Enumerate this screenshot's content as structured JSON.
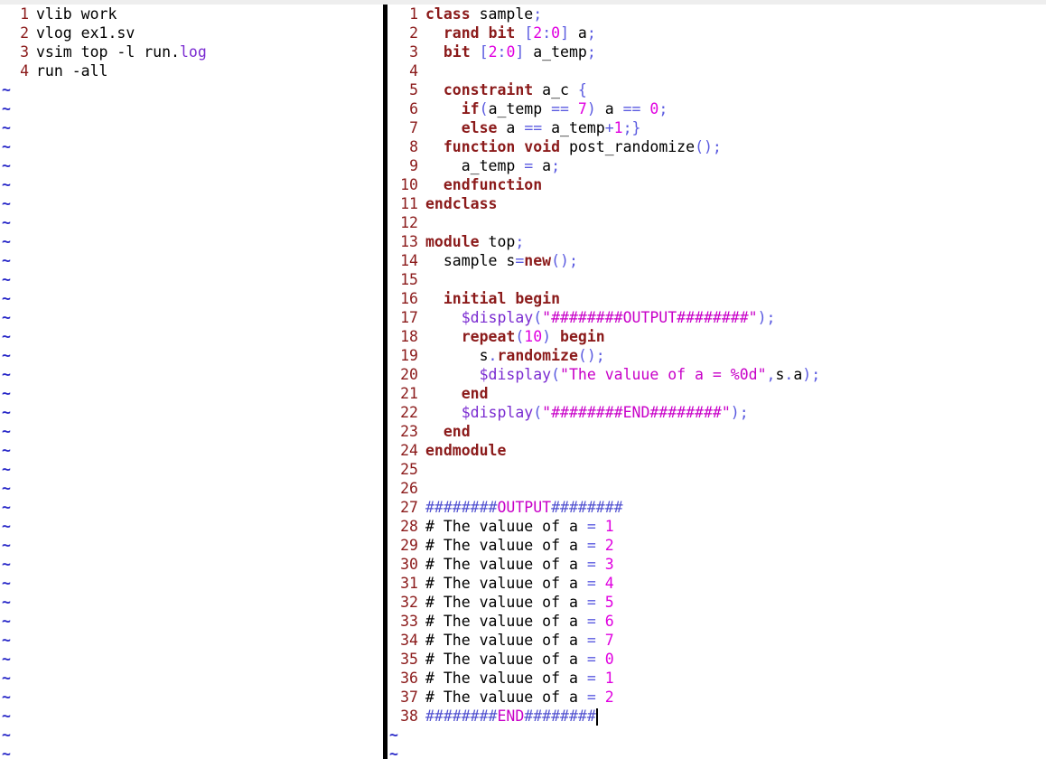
{
  "left_pane": {
    "lines": [
      {
        "n": "1",
        "segs": [
          {
            "t": "vlib work",
            "c": ""
          }
        ]
      },
      {
        "n": "2",
        "segs": [
          {
            "t": "vlog ex1.sv",
            "c": ""
          }
        ]
      },
      {
        "n": "3",
        "segs": [
          {
            "t": "vsim top -l run.",
            "c": ""
          },
          {
            "t": "log",
            "c": "sym"
          }
        ]
      },
      {
        "n": "4",
        "segs": [
          {
            "t": "run -all",
            "c": ""
          }
        ]
      }
    ],
    "tilde_count": 36
  },
  "right_pane": {
    "lines": [
      {
        "n": "1",
        "segs": [
          {
            "t": "class",
            "c": "kw"
          },
          {
            "t": " sample",
            "c": ""
          },
          {
            "t": ";",
            "c": "op"
          }
        ]
      },
      {
        "n": "2",
        "segs": [
          {
            "t": "  ",
            "c": ""
          },
          {
            "t": "rand",
            "c": "kw"
          },
          {
            "t": " ",
            "c": ""
          },
          {
            "t": "bit",
            "c": "kw"
          },
          {
            "t": " ",
            "c": ""
          },
          {
            "t": "[",
            "c": "op"
          },
          {
            "t": "2",
            "c": "num"
          },
          {
            "t": ":",
            "c": "op"
          },
          {
            "t": "0",
            "c": "num"
          },
          {
            "t": "]",
            "c": "op"
          },
          {
            "t": " a",
            "c": ""
          },
          {
            "t": ";",
            "c": "op"
          }
        ]
      },
      {
        "n": "3",
        "segs": [
          {
            "t": "  ",
            "c": ""
          },
          {
            "t": "bit",
            "c": "kw"
          },
          {
            "t": " ",
            "c": ""
          },
          {
            "t": "[",
            "c": "op"
          },
          {
            "t": "2",
            "c": "num"
          },
          {
            "t": ":",
            "c": "op"
          },
          {
            "t": "0",
            "c": "num"
          },
          {
            "t": "]",
            "c": "op"
          },
          {
            "t": " a_temp",
            "c": ""
          },
          {
            "t": ";",
            "c": "op"
          }
        ]
      },
      {
        "n": "4",
        "segs": []
      },
      {
        "n": "5",
        "segs": [
          {
            "t": "  ",
            "c": ""
          },
          {
            "t": "constraint",
            "c": "kw"
          },
          {
            "t": " a_c ",
            "c": ""
          },
          {
            "t": "{",
            "c": "op"
          }
        ]
      },
      {
        "n": "6",
        "segs": [
          {
            "t": "    ",
            "c": ""
          },
          {
            "t": "if",
            "c": "kw"
          },
          {
            "t": "(",
            "c": "op"
          },
          {
            "t": "a_temp ",
            "c": ""
          },
          {
            "t": "==",
            "c": "op"
          },
          {
            "t": " ",
            "c": ""
          },
          {
            "t": "7",
            "c": "num"
          },
          {
            "t": ")",
            "c": "op"
          },
          {
            "t": " a ",
            "c": ""
          },
          {
            "t": "==",
            "c": "op"
          },
          {
            "t": " ",
            "c": ""
          },
          {
            "t": "0",
            "c": "num"
          },
          {
            "t": ";",
            "c": "op"
          }
        ]
      },
      {
        "n": "7",
        "segs": [
          {
            "t": "    ",
            "c": ""
          },
          {
            "t": "else",
            "c": "kw"
          },
          {
            "t": " a ",
            "c": ""
          },
          {
            "t": "==",
            "c": "op"
          },
          {
            "t": " a_temp",
            "c": ""
          },
          {
            "t": "+",
            "c": "op"
          },
          {
            "t": "1",
            "c": "num"
          },
          {
            "t": ";}",
            "c": "op"
          }
        ]
      },
      {
        "n": "8",
        "segs": [
          {
            "t": "  ",
            "c": ""
          },
          {
            "t": "function",
            "c": "kw"
          },
          {
            "t": " ",
            "c": ""
          },
          {
            "t": "void",
            "c": "kw"
          },
          {
            "t": " post_randomize",
            "c": ""
          },
          {
            "t": "();",
            "c": "op"
          }
        ]
      },
      {
        "n": "9",
        "segs": [
          {
            "t": "    a_temp ",
            "c": ""
          },
          {
            "t": "=",
            "c": "op"
          },
          {
            "t": " a",
            "c": ""
          },
          {
            "t": ";",
            "c": "op"
          }
        ]
      },
      {
        "n": "10",
        "segs": [
          {
            "t": "  ",
            "c": ""
          },
          {
            "t": "endfunction",
            "c": "kw"
          }
        ]
      },
      {
        "n": "11",
        "segs": [
          {
            "t": "endclass",
            "c": "kw"
          }
        ]
      },
      {
        "n": "12",
        "segs": []
      },
      {
        "n": "13",
        "segs": [
          {
            "t": "module",
            "c": "kw"
          },
          {
            "t": " top",
            "c": ""
          },
          {
            "t": ";",
            "c": "op"
          }
        ]
      },
      {
        "n": "14",
        "segs": [
          {
            "t": "  sample s",
            "c": ""
          },
          {
            "t": "=",
            "c": "op"
          },
          {
            "t": "new",
            "c": "kw"
          },
          {
            "t": "();",
            "c": "op"
          }
        ]
      },
      {
        "n": "15",
        "segs": []
      },
      {
        "n": "16",
        "segs": [
          {
            "t": "  ",
            "c": ""
          },
          {
            "t": "initial",
            "c": "kw"
          },
          {
            "t": " ",
            "c": ""
          },
          {
            "t": "begin",
            "c": "kw"
          }
        ]
      },
      {
        "n": "17",
        "segs": [
          {
            "t": "    ",
            "c": ""
          },
          {
            "t": "$display",
            "c": "sym"
          },
          {
            "t": "(",
            "c": "op"
          },
          {
            "t": "\"########OUTPUT########\"",
            "c": "str"
          },
          {
            "t": ");",
            "c": "op"
          }
        ]
      },
      {
        "n": "18",
        "segs": [
          {
            "t": "    ",
            "c": ""
          },
          {
            "t": "repeat",
            "c": "kw"
          },
          {
            "t": "(",
            "c": "op"
          },
          {
            "t": "10",
            "c": "num"
          },
          {
            "t": ")",
            "c": "op"
          },
          {
            "t": " ",
            "c": ""
          },
          {
            "t": "begin",
            "c": "kw"
          }
        ]
      },
      {
        "n": "19",
        "segs": [
          {
            "t": "      s",
            "c": ""
          },
          {
            "t": ".",
            "c": "op"
          },
          {
            "t": "randomize",
            "c": "kw"
          },
          {
            "t": "();",
            "c": "op"
          }
        ]
      },
      {
        "n": "20",
        "segs": [
          {
            "t": "      ",
            "c": ""
          },
          {
            "t": "$display",
            "c": "sym"
          },
          {
            "t": "(",
            "c": "op"
          },
          {
            "t": "\"The valuue of a = %0d\"",
            "c": "str"
          },
          {
            "t": ",",
            "c": "op"
          },
          {
            "t": "s",
            "c": ""
          },
          {
            "t": ".",
            "c": "op"
          },
          {
            "t": "a",
            "c": ""
          },
          {
            "t": ");",
            "c": "op"
          }
        ]
      },
      {
        "n": "21",
        "segs": [
          {
            "t": "    ",
            "c": ""
          },
          {
            "t": "end",
            "c": "kw"
          }
        ]
      },
      {
        "n": "22",
        "segs": [
          {
            "t": "    ",
            "c": ""
          },
          {
            "t": "$display",
            "c": "sym"
          },
          {
            "t": "(",
            "c": "op"
          },
          {
            "t": "\"########END########\"",
            "c": "str"
          },
          {
            "t": ");",
            "c": "op"
          }
        ]
      },
      {
        "n": "23",
        "segs": [
          {
            "t": "  ",
            "c": ""
          },
          {
            "t": "end",
            "c": "kw"
          }
        ]
      },
      {
        "n": "24",
        "segs": [
          {
            "t": "endmodule",
            "c": "kw"
          }
        ]
      },
      {
        "n": "25",
        "segs": []
      },
      {
        "n": "26",
        "segs": []
      },
      {
        "n": "27",
        "segs": [
          {
            "t": "########",
            "c": "hash"
          },
          {
            "t": "OUTPUT",
            "c": "str"
          },
          {
            "t": "########",
            "c": "hash"
          }
        ]
      },
      {
        "n": "28",
        "segs": [
          {
            "t": "# The valuue of a ",
            "c": ""
          },
          {
            "t": "=",
            "c": "op"
          },
          {
            "t": " ",
            "c": ""
          },
          {
            "t": "1",
            "c": "num"
          }
        ]
      },
      {
        "n": "29",
        "segs": [
          {
            "t": "# The valuue of a ",
            "c": ""
          },
          {
            "t": "=",
            "c": "op"
          },
          {
            "t": " ",
            "c": ""
          },
          {
            "t": "2",
            "c": "num"
          }
        ]
      },
      {
        "n": "30",
        "segs": [
          {
            "t": "# The valuue of a ",
            "c": ""
          },
          {
            "t": "=",
            "c": "op"
          },
          {
            "t": " ",
            "c": ""
          },
          {
            "t": "3",
            "c": "num"
          }
        ]
      },
      {
        "n": "31",
        "segs": [
          {
            "t": "# The valuue of a ",
            "c": ""
          },
          {
            "t": "=",
            "c": "op"
          },
          {
            "t": " ",
            "c": ""
          },
          {
            "t": "4",
            "c": "num"
          }
        ]
      },
      {
        "n": "32",
        "segs": [
          {
            "t": "# The valuue of a ",
            "c": ""
          },
          {
            "t": "=",
            "c": "op"
          },
          {
            "t": " ",
            "c": ""
          },
          {
            "t": "5",
            "c": "num"
          }
        ]
      },
      {
        "n": "33",
        "segs": [
          {
            "t": "# The valuue of a ",
            "c": ""
          },
          {
            "t": "=",
            "c": "op"
          },
          {
            "t": " ",
            "c": ""
          },
          {
            "t": "6",
            "c": "num"
          }
        ]
      },
      {
        "n": "34",
        "segs": [
          {
            "t": "# The valuue of a ",
            "c": ""
          },
          {
            "t": "=",
            "c": "op"
          },
          {
            "t": " ",
            "c": ""
          },
          {
            "t": "7",
            "c": "num"
          }
        ]
      },
      {
        "n": "35",
        "segs": [
          {
            "t": "# The valuue of a ",
            "c": ""
          },
          {
            "t": "=",
            "c": "op"
          },
          {
            "t": " ",
            "c": ""
          },
          {
            "t": "0",
            "c": "num"
          }
        ]
      },
      {
        "n": "36",
        "segs": [
          {
            "t": "# The valuue of a ",
            "c": ""
          },
          {
            "t": "=",
            "c": "op"
          },
          {
            "t": " ",
            "c": ""
          },
          {
            "t": "1",
            "c": "num"
          }
        ]
      },
      {
        "n": "37",
        "segs": [
          {
            "t": "# The valuue of a ",
            "c": ""
          },
          {
            "t": "=",
            "c": "op"
          },
          {
            "t": " ",
            "c": ""
          },
          {
            "t": "2",
            "c": "num"
          }
        ]
      },
      {
        "n": "38",
        "segs": [
          {
            "t": "########",
            "c": "hash"
          },
          {
            "t": "END",
            "c": "str"
          },
          {
            "t": "########",
            "c": "hash"
          }
        ],
        "cursor": true
      }
    ],
    "tilde_count": 2
  },
  "tilde_glyph": "~",
  "colors": {
    "keyword": "#8b1a1a",
    "string": "#c800c8",
    "number": "#e000e0",
    "operator": "#5a5ae0",
    "tilde": "#2828c8",
    "separator": "#000000"
  }
}
